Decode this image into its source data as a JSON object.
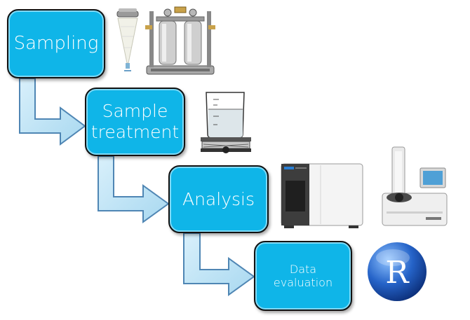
{
  "steps": [
    {
      "label": "Sampling"
    },
    {
      "label_line1": "Sample",
      "label_line2": "treatment"
    },
    {
      "label": "Analysis"
    },
    {
      "label_line1": "Data",
      "label_line2": "evaluation"
    }
  ],
  "icons": {
    "sampling": [
      "plankton-net-icon",
      "filtration-unit-icon"
    ],
    "treatment": "beaker-on-stirrer-icon",
    "analysis": [
      "mass-spectrometer-icon",
      "thermal-analyzer-icon"
    ],
    "evaluation": "r-logo-icon"
  },
  "logo_text": {
    "r": "R"
  },
  "colors": {
    "box_fill": "#0fb5e8",
    "arrow_fill": "#bfe4f6",
    "arrow_stroke": "#4f86b4"
  }
}
